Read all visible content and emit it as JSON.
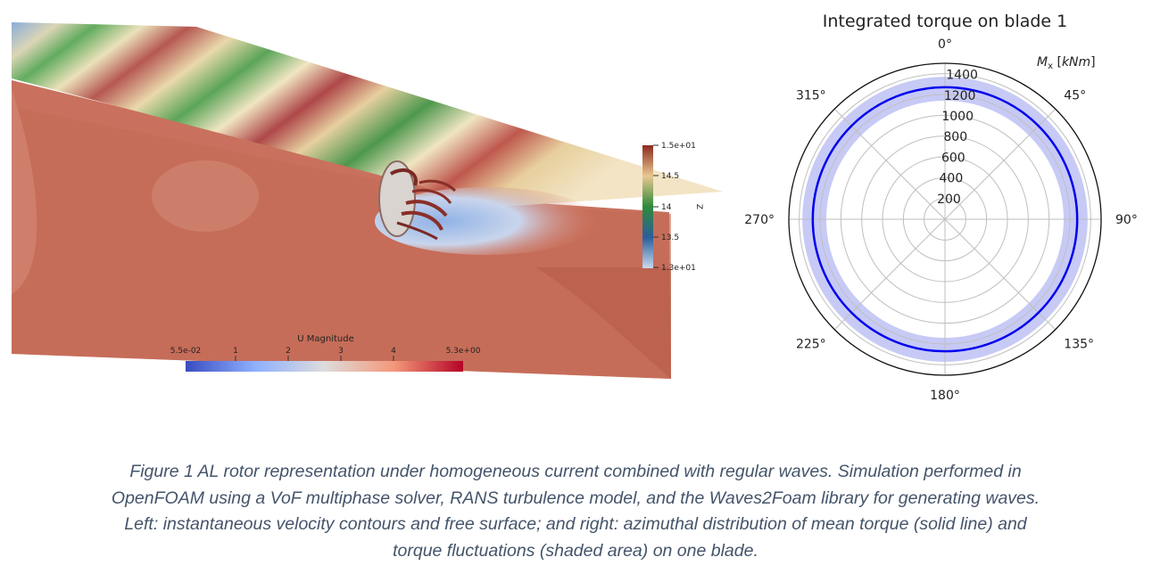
{
  "left_figure": {
    "velocity_colorbar": {
      "title": "U Magnitude",
      "ticks": [
        "5.5e-02",
        "1",
        "2",
        "3",
        "4",
        "5.3e+00"
      ]
    },
    "elevation_colorbar": {
      "title": "Z",
      "ticks": [
        "1.5e+01",
        "14.5",
        "14",
        "13.5",
        "1.3e+01"
      ]
    }
  },
  "chart_data": {
    "type": "polar",
    "title": "Integrated torque on blade 1",
    "radial_label": "M_x [kNm]",
    "radial_ticks": [
      200,
      400,
      600,
      800,
      1000,
      1200,
      1400
    ],
    "rlim": [
      0,
      1500
    ],
    "angle_ticks": [
      "0°",
      "45°",
      "90°",
      "135°",
      "180°",
      "225°",
      "270°",
      "315°"
    ],
    "series": [
      {
        "type": "line",
        "description": "mean torque",
        "r": 1270,
        "color": "#0000ee"
      },
      {
        "type": "band",
        "description": "torque fluctuations",
        "r_min": 1140,
        "r_max": 1370,
        "color": "#b9bdf2"
      }
    ]
  },
  "caption": {
    "lines": [
      "Figure 1 AL rotor representation under homogeneous current combined with regular waves. Simulation performed in",
      "OpenFOAM using a VoF multiphase solver, RANS turbulence model, and the Waves2Foam library for generating waves.",
      "Left: instantaneous velocity contours and free surface; and right:  azimuthal distribution of mean torque (solid line) and",
      "torque fluctuations (shaded area) on one blade."
    ]
  }
}
